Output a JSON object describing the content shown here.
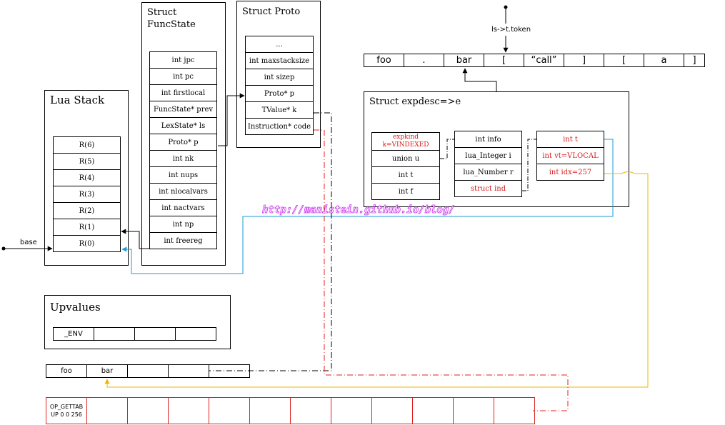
{
  "lua_stack": {
    "title": "Lua Stack",
    "registers": [
      "R(6)",
      "R(5)",
      "R(4)",
      "R(3)",
      "R(2)",
      "R(1)",
      "R(0)"
    ],
    "base_label": "base"
  },
  "funcstate": {
    "title": "Struct\nFuncState",
    "fields": [
      "int jpc",
      "int pc",
      "int firstlocal",
      "FuncState* prev",
      "LexState* ls",
      "Proto* p",
      "int nk",
      "int nups",
      "int nlocalvars",
      "int nactvars",
      "int np",
      "int freereg"
    ]
  },
  "proto": {
    "title": "Struct Proto",
    "fields": [
      "...",
      "int maxstacksize",
      "int sizep",
      "Proto* p",
      "TValue* k",
      "Instruction* code"
    ]
  },
  "token_stream": {
    "pointer_label": "ls->t.token",
    "tokens": [
      "foo",
      ".",
      "bar",
      "[",
      "“call”",
      "]",
      "[",
      "a",
      "]"
    ]
  },
  "expdesc": {
    "title": "Struct expdesc=>e",
    "fields": [
      {
        "line1": "expkind",
        "line2": "k=VINDEXED",
        "color": "red"
      },
      {
        "text": "union u"
      },
      {
        "text": "int t"
      },
      {
        "text": "int f"
      }
    ],
    "union_fields": [
      {
        "text": "int info"
      },
      {
        "text": "lua_Integer i"
      },
      {
        "text": "lua_Number r"
      },
      {
        "text": "struct ind",
        "color": "red"
      }
    ],
    "ind_fields": [
      "int t",
      "int vt=VLOCAL",
      "int idx=257"
    ]
  },
  "upvalues": {
    "title": "Upvalues",
    "cells": [
      "_ENV",
      "",
      "",
      ""
    ]
  },
  "constants": {
    "cells": [
      "foo",
      "bar",
      "",
      "",
      ""
    ]
  },
  "code": {
    "instruction_line1": "OP_GETTAB",
    "instruction_line2": "UP 0 0 256",
    "empty_cells": 11
  },
  "watermark": "http://manistein.github.io/blog/",
  "colors": {
    "red": "#e02020",
    "blue": "#1a9bd7",
    "orange": "#f0b400",
    "watermark": "#cc33ee"
  }
}
